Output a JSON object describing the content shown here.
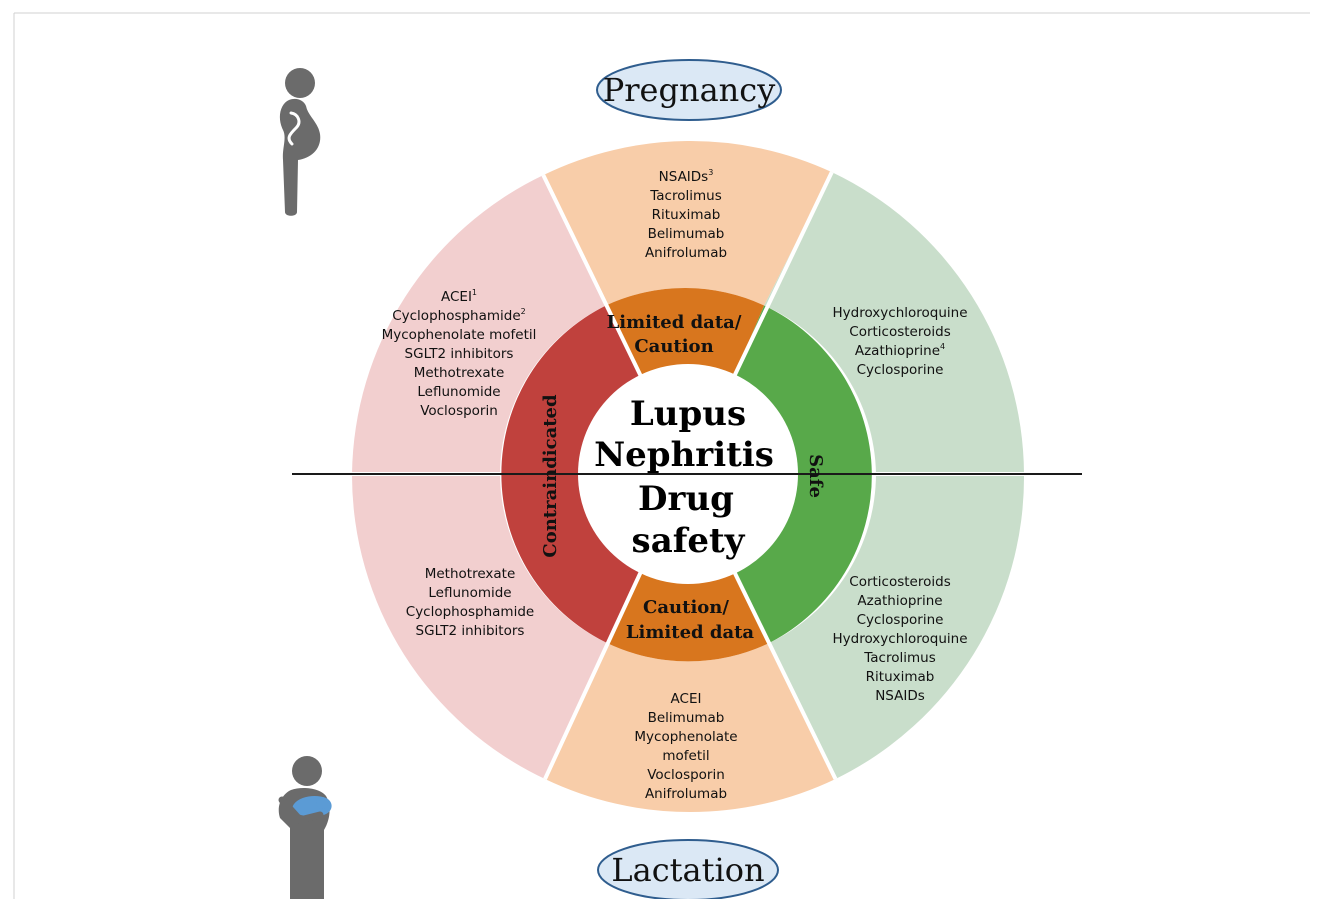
{
  "colors": {
    "contra_outer": "#f2cfcf",
    "contra_inner": "#c0413d",
    "caution_outer": "#f8cda9",
    "caution_inner": "#d8761e",
    "safe_outer": "#c9decb",
    "safe_inner": "#58a94a",
    "oval_fill": "#dbe8f5",
    "oval_stroke": "#2f5d8e",
    "figure": "#6b6b6b",
    "baby": "#5b9bd5"
  },
  "center": {
    "line1": "Lupus",
    "line2": "Nephritis",
    "line3": "Drug",
    "line4": "safety"
  },
  "labels": {
    "pregnancy": "Pregnancy",
    "lactation": "Lactation",
    "contraindicated": "Contraindicated",
    "safe": "Safe",
    "limited_top_1": "Limited data/",
    "limited_top_2": "Caution",
    "caution_bottom_1": "Caution/",
    "caution_bottom_2": "Limited data"
  },
  "icons": {
    "pregnant": "pregnant-woman-icon",
    "breastfeeding": "breastfeeding-woman-icon"
  },
  "pregnancy": {
    "caution": [
      {
        "text": "NSAIDs",
        "sup": "3"
      },
      {
        "text": "Tacrolimus",
        "sup": ""
      },
      {
        "text": "Rituximab",
        "sup": ""
      },
      {
        "text": "Belimumab",
        "sup": ""
      },
      {
        "text": "Anifrolumab",
        "sup": ""
      }
    ],
    "contraindicated": [
      {
        "text": "ACEI",
        "sup": "1"
      },
      {
        "text": "Cyclophosphamide",
        "sup": "2"
      },
      {
        "text": "Mycophenolate mofetil",
        "sup": ""
      },
      {
        "text": "SGLT2 inhibitors",
        "sup": ""
      },
      {
        "text": "Methotrexate",
        "sup": ""
      },
      {
        "text": "Leflunomide",
        "sup": ""
      },
      {
        "text": "Voclosporin",
        "sup": ""
      }
    ],
    "safe": [
      {
        "text": "Hydroxychloroquine",
        "sup": ""
      },
      {
        "text": "Corticosteroids",
        "sup": ""
      },
      {
        "text": "Azathioprine",
        "sup": "4"
      },
      {
        "text": "Cyclosporine",
        "sup": ""
      }
    ]
  },
  "lactation": {
    "contraindicated": [
      "Methotrexate",
      "Leflunomide",
      "Cyclophosphamide",
      "SGLT2 inhibitors"
    ],
    "safe": [
      "Corticosteroids",
      "Azathioprine",
      "Cyclosporine",
      "Hydroxychloroquine",
      "Tacrolimus",
      "Rituximab",
      "NSAIDs"
    ],
    "caution": [
      "ACEI",
      "Belimumab",
      "Mycophenolate",
      "mofetil",
      "Voclosporin",
      "Anifrolumab"
    ]
  }
}
